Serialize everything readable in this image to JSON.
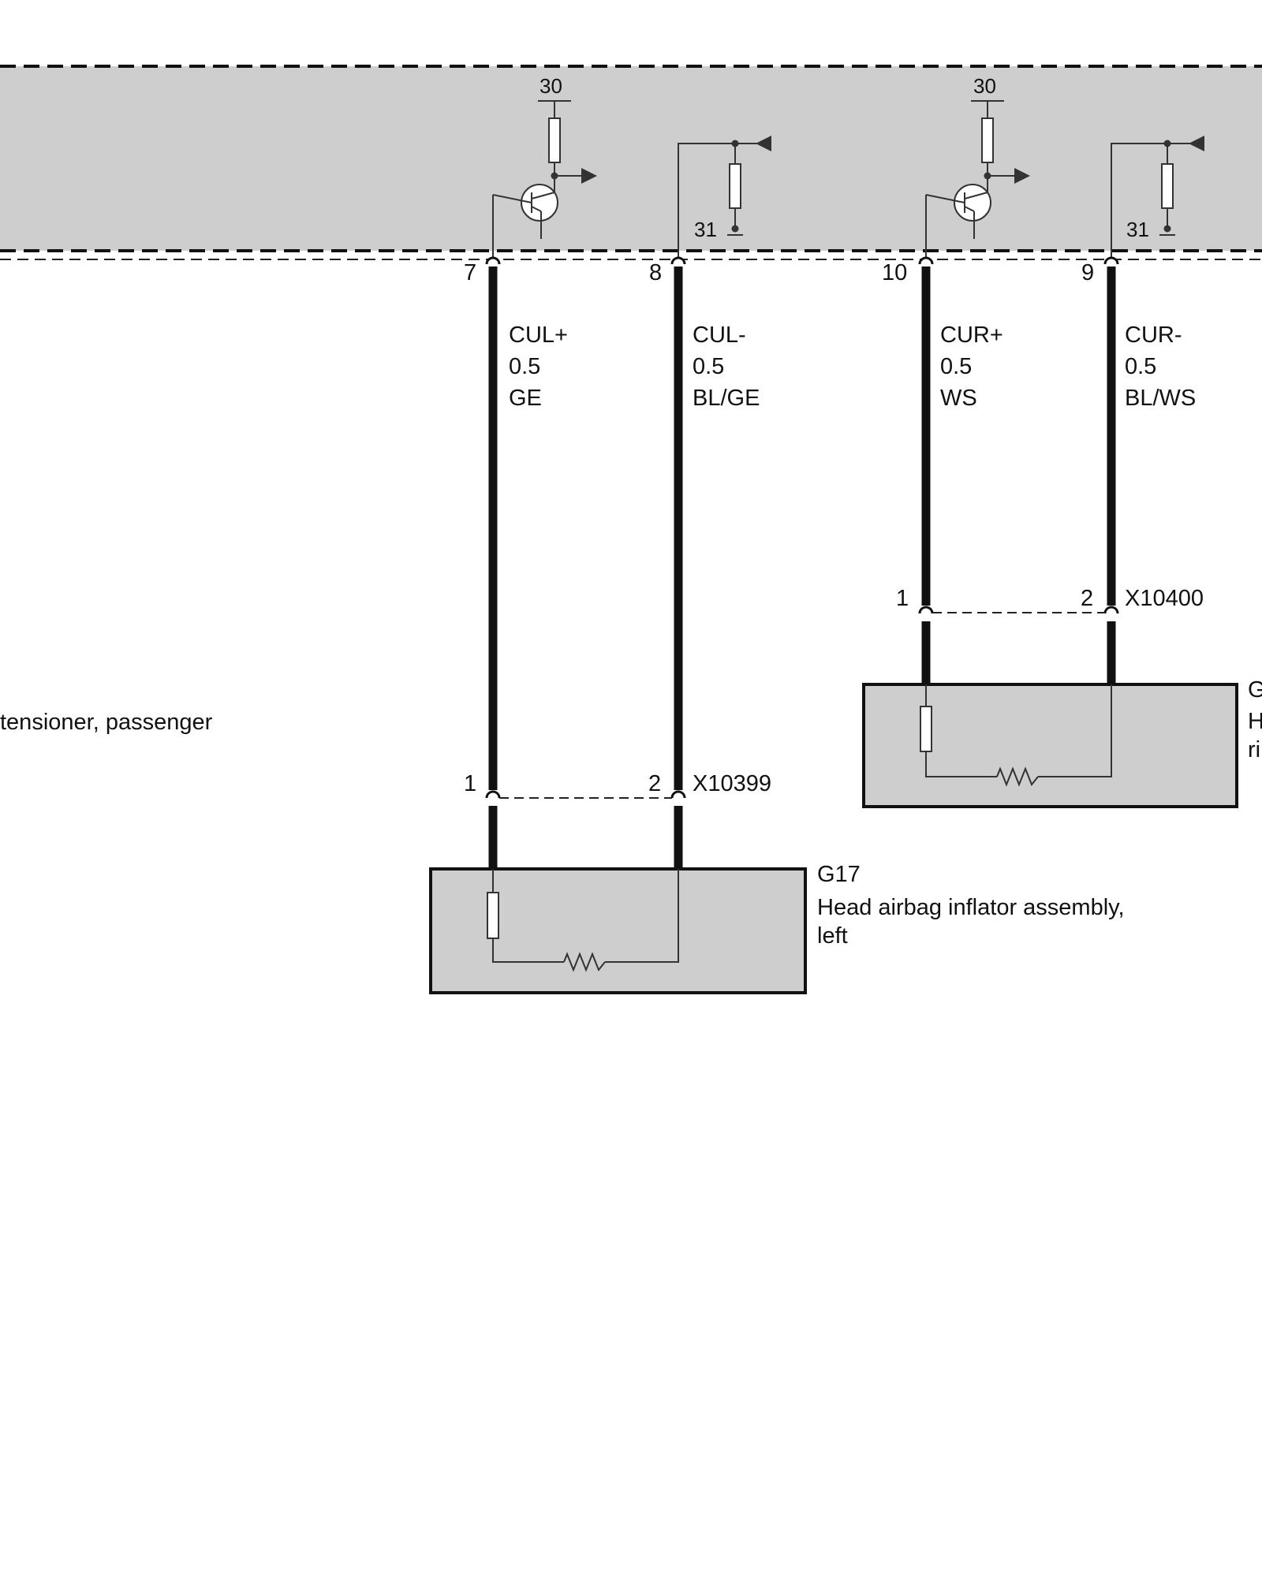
{
  "colors": {
    "module_fill": "#cecece",
    "wire": "#111111",
    "line": "#333333"
  },
  "module": {
    "supply_label": "30",
    "ground_label": "31"
  },
  "wires": [
    {
      "pin": "7",
      "signal": "CUL+",
      "gauge": "0.5",
      "color": "GE"
    },
    {
      "pin": "8",
      "signal": "CUL-",
      "gauge": "0.5",
      "color": "BL/GE"
    },
    {
      "pin": "10",
      "signal": "CUR+",
      "gauge": "0.5",
      "color": "WS"
    },
    {
      "pin": "9",
      "signal": "CUR-",
      "gauge": "0.5",
      "color": "BL/WS"
    }
  ],
  "connectors": [
    {
      "id": "X10399",
      "pin_a": "1",
      "pin_b": "2"
    },
    {
      "id": "X10400",
      "pin_a": "1",
      "pin_b": "2"
    }
  ],
  "components": [
    {
      "id": "G17",
      "name_line1": "Head airbag inflator assembly,",
      "name_line2": "left"
    },
    {
      "id": "G",
      "name_line1": "H",
      "name_line2": "ri"
    }
  ],
  "offscreen_label": "tensioner, passenger"
}
